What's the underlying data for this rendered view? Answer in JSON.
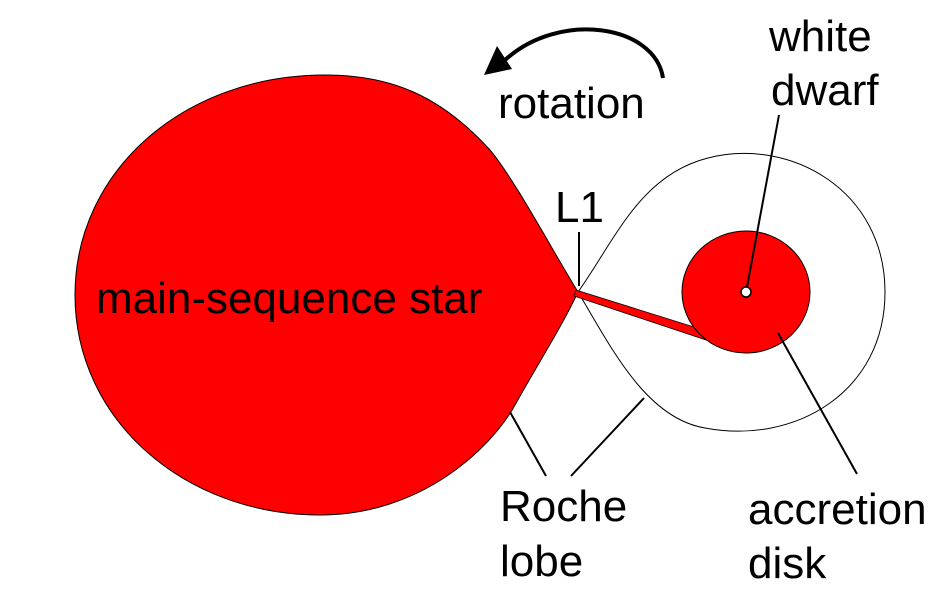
{
  "labels": {
    "rotation": "rotation",
    "white_dwarf_line1": "white",
    "white_dwarf_line2": "dwarf",
    "l1": "L1",
    "main_sequence_star": "main-sequence star",
    "roche_line1": "Roche",
    "roche_line2": "lobe",
    "accretion_line1": "accretion",
    "accretion_line2": "disk"
  },
  "colors": {
    "star_fill": "#ff0000",
    "outline": "#000000",
    "background": "#ffffff"
  },
  "icons": [
    "rotation-arrow-icon"
  ]
}
